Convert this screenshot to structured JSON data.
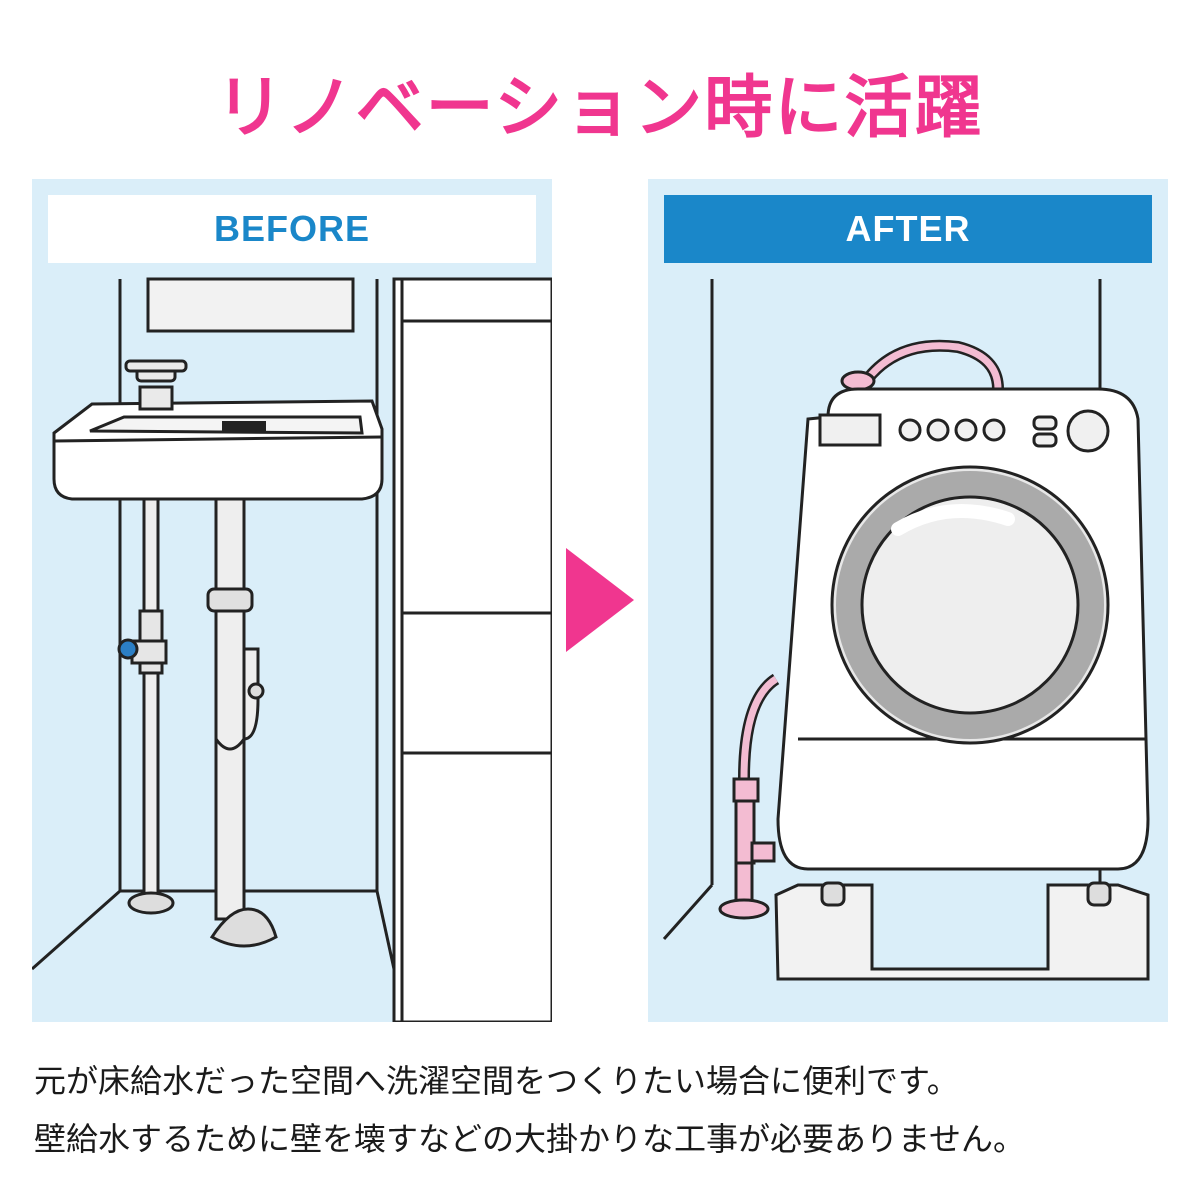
{
  "title": "リノベーション時に活躍",
  "before": {
    "label": "BEFORE"
  },
  "after": {
    "label": "AFTER"
  },
  "caption": {
    "line1": "元が床給水だった空間へ洗濯空間をつくりたい場合に便利です。",
    "line2": "壁給水するために壁を壊すなどの大掛かりな工事が必要ありません。"
  },
  "colors": {
    "title": "#f0368f",
    "label_blue": "#1a87c9",
    "panel_bg": "#daeef9",
    "arrow": "#f0368f",
    "hose_pink": "#f3bcd2",
    "knob_blue": "#2c7fc5"
  },
  "icons": {
    "arrow": "play-arrow-icon",
    "sink": "sink-icon",
    "washer": "washing-machine-icon"
  }
}
